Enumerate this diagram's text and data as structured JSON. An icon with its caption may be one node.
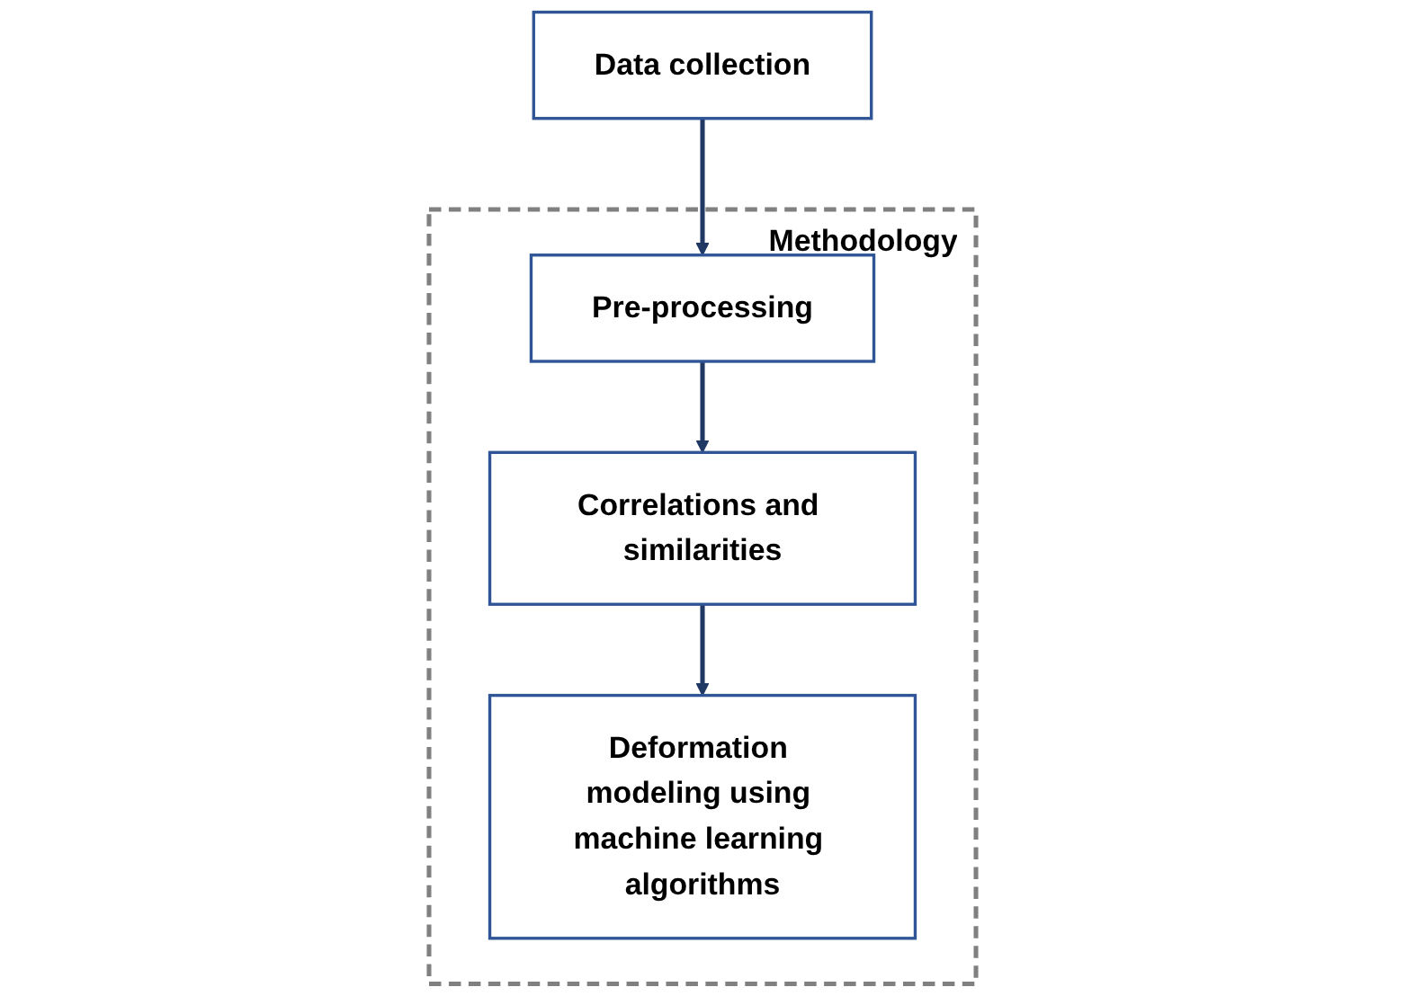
{
  "diagram": {
    "nodes": [
      {
        "text": [
          "Data collection"
        ]
      },
      {
        "text": [
          "Methodology"
        ]
      },
      {
        "text": [
          "Pre-processing"
        ],
        "in": 1
      },
      {
        "text": [
          "Correlations and similarities"
        ],
        "in": 1
      },
      {
        "text": [
          "Deformation modeling using machine learning algorithms"
        ],
        "in": 1
      }
    ],
    "edges": [
      {
        "from": 0,
        "to": 2,
        "arrow": "to"
      },
      {
        "from": 2,
        "to": 3,
        "arrow": "to"
      },
      {
        "from": 3,
        "to": 4,
        "arrow": "to"
      }
    ]
  }
}
